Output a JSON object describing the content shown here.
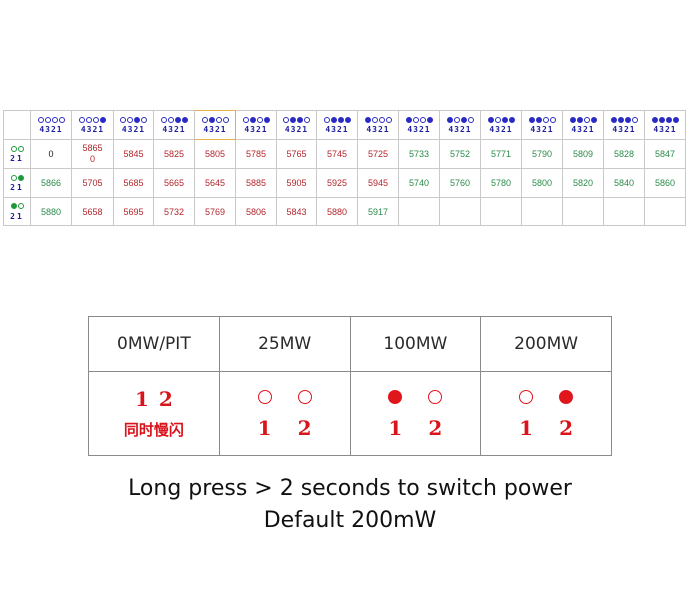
{
  "channel_table": {
    "header_numbers": "4321",
    "header_dot_patterns": [
      [
        0,
        0,
        0,
        0
      ],
      [
        0,
        0,
        0,
        1
      ],
      [
        0,
        0,
        1,
        0
      ],
      [
        0,
        0,
        1,
        1
      ],
      [
        0,
        1,
        0,
        0
      ],
      [
        0,
        1,
        0,
        1
      ],
      [
        0,
        1,
        1,
        0
      ],
      [
        0,
        1,
        1,
        1
      ],
      [
        1,
        0,
        0,
        0
      ],
      [
        1,
        0,
        0,
        1
      ],
      [
        1,
        0,
        1,
        0
      ],
      [
        1,
        0,
        1,
        1
      ],
      [
        1,
        1,
        0,
        0
      ],
      [
        1,
        1,
        0,
        1
      ],
      [
        1,
        1,
        1,
        0
      ],
      [
        1,
        1,
        1,
        1
      ]
    ],
    "row_header_numbers": "21",
    "rows": [
      {
        "dots": [
          0,
          0
        ],
        "values": [
          "0",
          "5865 0",
          "5845",
          "5825",
          "5805",
          "5785",
          "5765",
          "5745",
          "5725",
          "5733",
          "5752",
          "5771",
          "5790",
          "5809",
          "5828",
          "5847"
        ]
      },
      {
        "dots": [
          0,
          1
        ],
        "values": [
          "5866",
          "5705",
          "5685",
          "5665",
          "5645",
          "5885",
          "5905",
          "5925",
          "5945",
          "5740",
          "5760",
          "5780",
          "5800",
          "5820",
          "5840",
          "5860"
        ]
      },
      {
        "dots": [
          1,
          0
        ],
        "values": [
          "5880",
          "5658",
          "5695",
          "5732",
          "5769",
          "5806",
          "5843",
          "5880",
          "5917",
          "",
          "",
          "",
          "",
          "",
          "",
          ""
        ]
      }
    ],
    "colors": {
      "blue": "#2b2bc4",
      "green": "#1e9a3c",
      "red": "#b3262c"
    }
  },
  "power_table": {
    "headers": [
      "0MW/PIT",
      "25MW",
      "100MW",
      "200MW"
    ],
    "pit": {
      "numbers": "12",
      "text": "同时慢闪"
    },
    "modes": [
      {
        "led1_on": false,
        "led2_on": false,
        "n1": "1",
        "n2": "2"
      },
      {
        "led1_on": true,
        "led2_on": false,
        "n1": "1",
        "n2": "2"
      },
      {
        "led1_on": false,
        "led2_on": true,
        "n1": "1",
        "n2": "2"
      }
    ],
    "led_color": "#e0161d"
  },
  "caption": {
    "line1": "Long press > 2 seconds to switch power",
    "line2": "Default 200mW"
  }
}
